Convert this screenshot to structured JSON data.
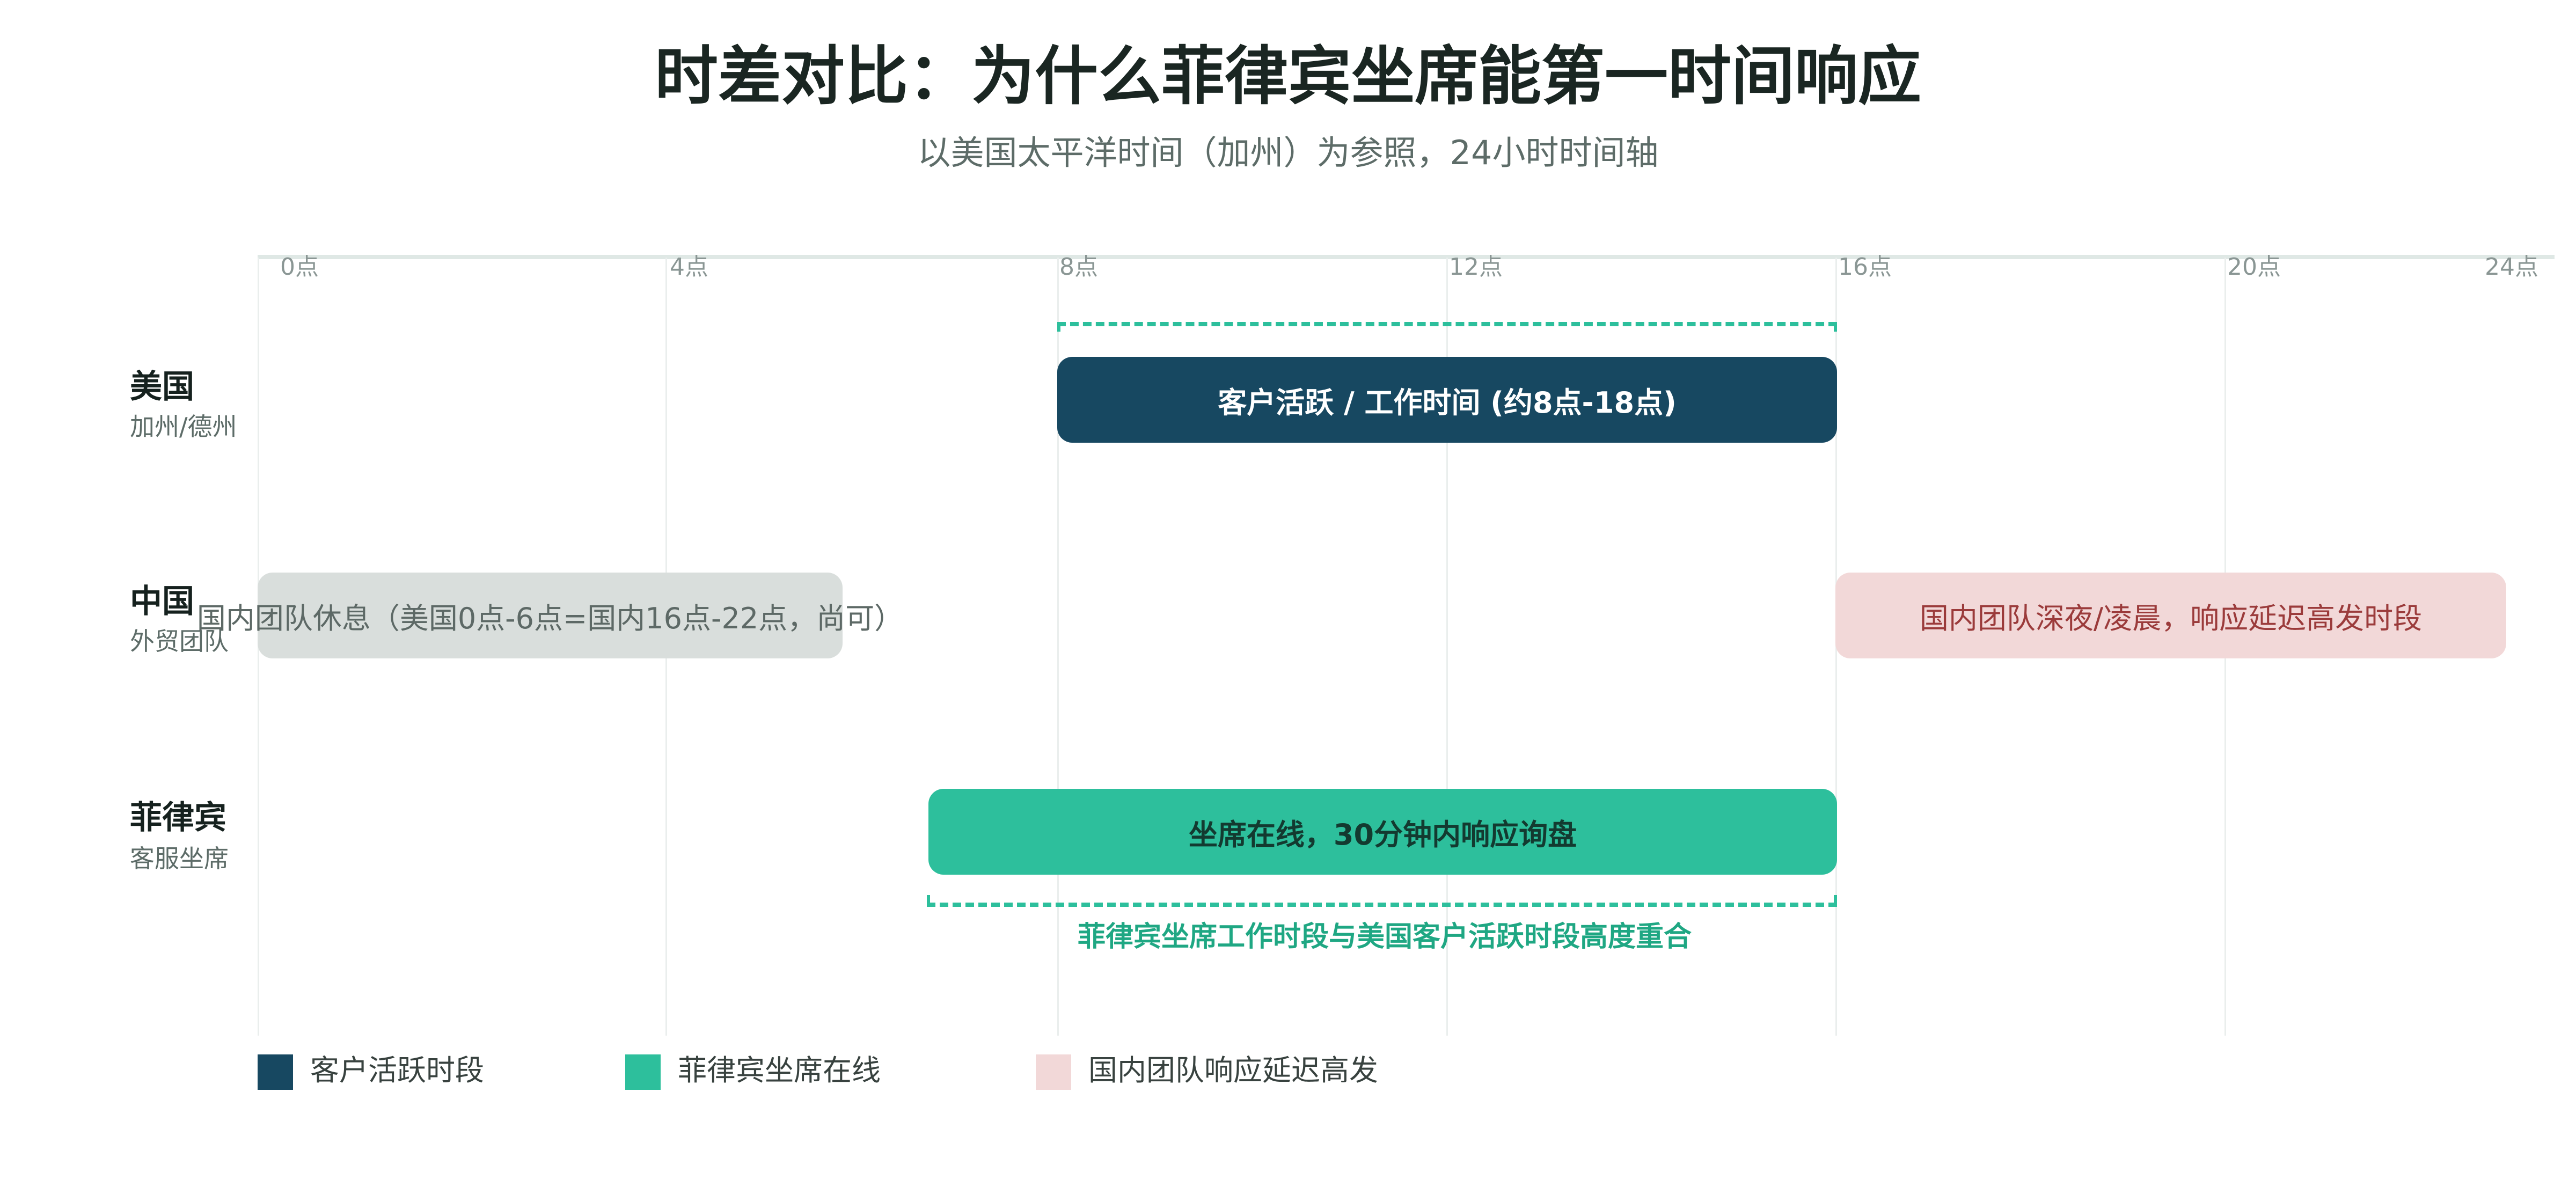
{
  "title": "时差对比：为什么菲律宾坐席能第一时间响应",
  "subtitle": "以美国太平洋时间（加州）为参照，24小时时间轴",
  "axis": {
    "ticks": [
      "0点",
      "4点",
      "8点",
      "12点",
      "16点",
      "20点",
      "24点"
    ]
  },
  "rows": {
    "us": {
      "name": "美国",
      "sub": "加州/德州"
    },
    "cn": {
      "name": "中国",
      "sub": "外贸团队"
    },
    "ph": {
      "name": "菲律宾",
      "sub": "客服坐席"
    }
  },
  "bars": {
    "us_active": {
      "label": "客户活跃 / 工作时间 (约8点-18点)",
      "start": 8,
      "end": 16
    },
    "cn_rest": {
      "label": "国内团队休息（美国0点-6点=国内16点-22点，尚可）",
      "start": 0,
      "end": 6
    },
    "cn_late": {
      "label": "国内团队深夜/凌晨，响应延迟高发时段",
      "start": 16,
      "end": 23.2
    },
    "ph_online": {
      "label": "坐席在线，30分钟内响应询盘",
      "start": 6.8,
      "end": 16
    }
  },
  "overlap_note": "菲律宾坐席工作时段与美国客户活跃时段高度重合",
  "legend": {
    "items": [
      {
        "label": "客户活跃时段",
        "color": "#174861"
      },
      {
        "label": "菲律宾坐席在线",
        "color": "#2dbf9c"
      },
      {
        "label": "国内团队响应延迟高发",
        "color": "#f2d8d8"
      }
    ]
  },
  "colors": {
    "us_active": "#174861",
    "cn_rest": "#d9dedc",
    "cn_late": "#f2d8d8",
    "ph_online": "#2dbf9c",
    "overlap": "#2dbf9c"
  }
}
